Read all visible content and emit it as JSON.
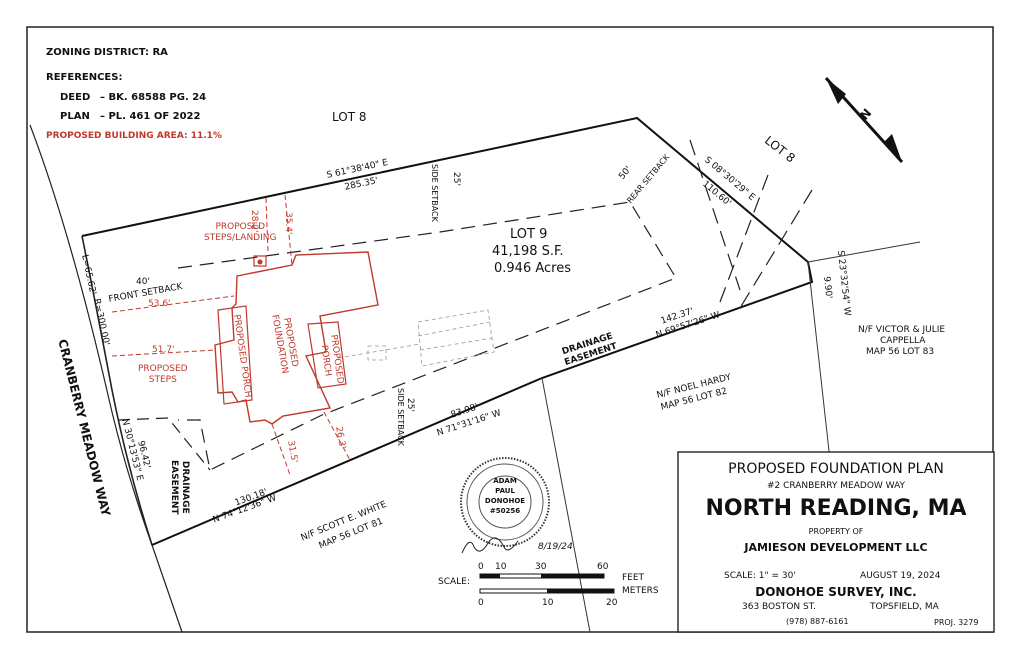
{
  "notes": {
    "zoning": "ZONING DISTRICT: RA",
    "references_title": "REFERENCES:",
    "deed_label": "DEED",
    "deed_value": "–  BK. 68588   PG. 24",
    "plan_label": "PLAN",
    "plan_value": "–  PL. 461   OF  2022",
    "building_area": "PROPOSED BUILDING AREA: 11.1%"
  },
  "lots": {
    "lot8_top": "LOT 8",
    "lot8_right": "LOT 8",
    "lot9_name": "LOT 9",
    "lot9_sf": "41,198 S.F.",
    "lot9_acres": "0.946 Acres"
  },
  "bearings": {
    "north_line": "S 61°38'40\" E",
    "north_len": "285.35'",
    "east_line": "S 08°30'29\" E",
    "east_len": "110.60'",
    "se_corner": "S 23°32'54\" W",
    "se_len": "9.90'",
    "south_east": "N 69°57'26\" W",
    "south_east_len": "142.37'",
    "south_mid": "N 71°31'16\" W",
    "south_mid_len": "83.98'",
    "south_west": "N 74°12'36\" W",
    "south_west_len": "130.18'",
    "west_upper_l": "L=65.62'",
    "west_upper_r": "R=300.00'",
    "west_lower": "N 30°13'53\" E",
    "west_lower_len": "96.42'"
  },
  "setbacks": {
    "front": "40'",
    "front_label": "FRONT SETBACK",
    "side_top": "25'",
    "side_top_label": "SIDE SETBACK",
    "rear": "50'",
    "rear_label": "REAR SETBACK",
    "side_bottom": "25'",
    "side_bottom_label": "SIDE SETBACK"
  },
  "proposed": {
    "steps_landing": "PROPOSED\nSTEPS/LANDING",
    "steps": "PROPOSED\nSTEPS",
    "foundation": "PROPOSED\nFOUNDATION",
    "porch_left": "PROPOSED PORCH",
    "porch_right": "PROPOSED\nPORCH",
    "dim_28": "28.2'",
    "dim_35": "35.4'",
    "dim_53": "53.6'",
    "dim_51": "51.7'",
    "dim_31": "31.5'",
    "dim_26": "26.3'"
  },
  "easements": {
    "drainage_right": "DRAINAGE\nEASEMENT",
    "drainage_left": "DRAINAGE\nEASEMENT"
  },
  "street": "CRANBERRY   MEADOW   WAY",
  "abutters": {
    "cappella_1": "N/F VICTOR & JULIE",
    "cappella_2": "CAPPELLA",
    "cappella_3": "MAP 56 LOT 83",
    "hardy_1": "N/F NOEL HARDY",
    "hardy_2": "MAP 56 LOT 82",
    "white_1": "N/F SCOTT E. WHITE",
    "white_2": "MAP 56 LOT 81"
  },
  "north_arrow": "N",
  "seal": {
    "name1": "ADAM",
    "name2": "PAUL",
    "name3": "DONOHOE",
    "number": "#50256",
    "signature_date": "8/19/24"
  },
  "scale_bar": {
    "label": "SCALE:",
    "feet_ticks": [
      "0",
      "10",
      "30",
      "60"
    ],
    "meter_ticks": [
      "0",
      "10",
      "20"
    ],
    "feet": "FEET",
    "meters": "METERS"
  },
  "title_block": {
    "title": "PROPOSED FOUNDATION PLAN",
    "address": "#2 CRANBERRY MEADOW WAY",
    "town": "NORTH READING, MA",
    "property_of": "PROPERTY OF",
    "owner": "JAMIESON DEVELOPMENT LLC",
    "scale": "SCALE:  1\" = 30'",
    "date": "AUGUST 19, 2024",
    "firm": "DONOHOE SURVEY, INC.",
    "street": "363 BOSTON ST.",
    "city": "TOPSFIELD,  MA",
    "phone": "(978) 887-6161",
    "project": "PROJ.  3279"
  },
  "colors": {
    "line": "#1a1a1a",
    "proposed": "#c0392b"
  }
}
